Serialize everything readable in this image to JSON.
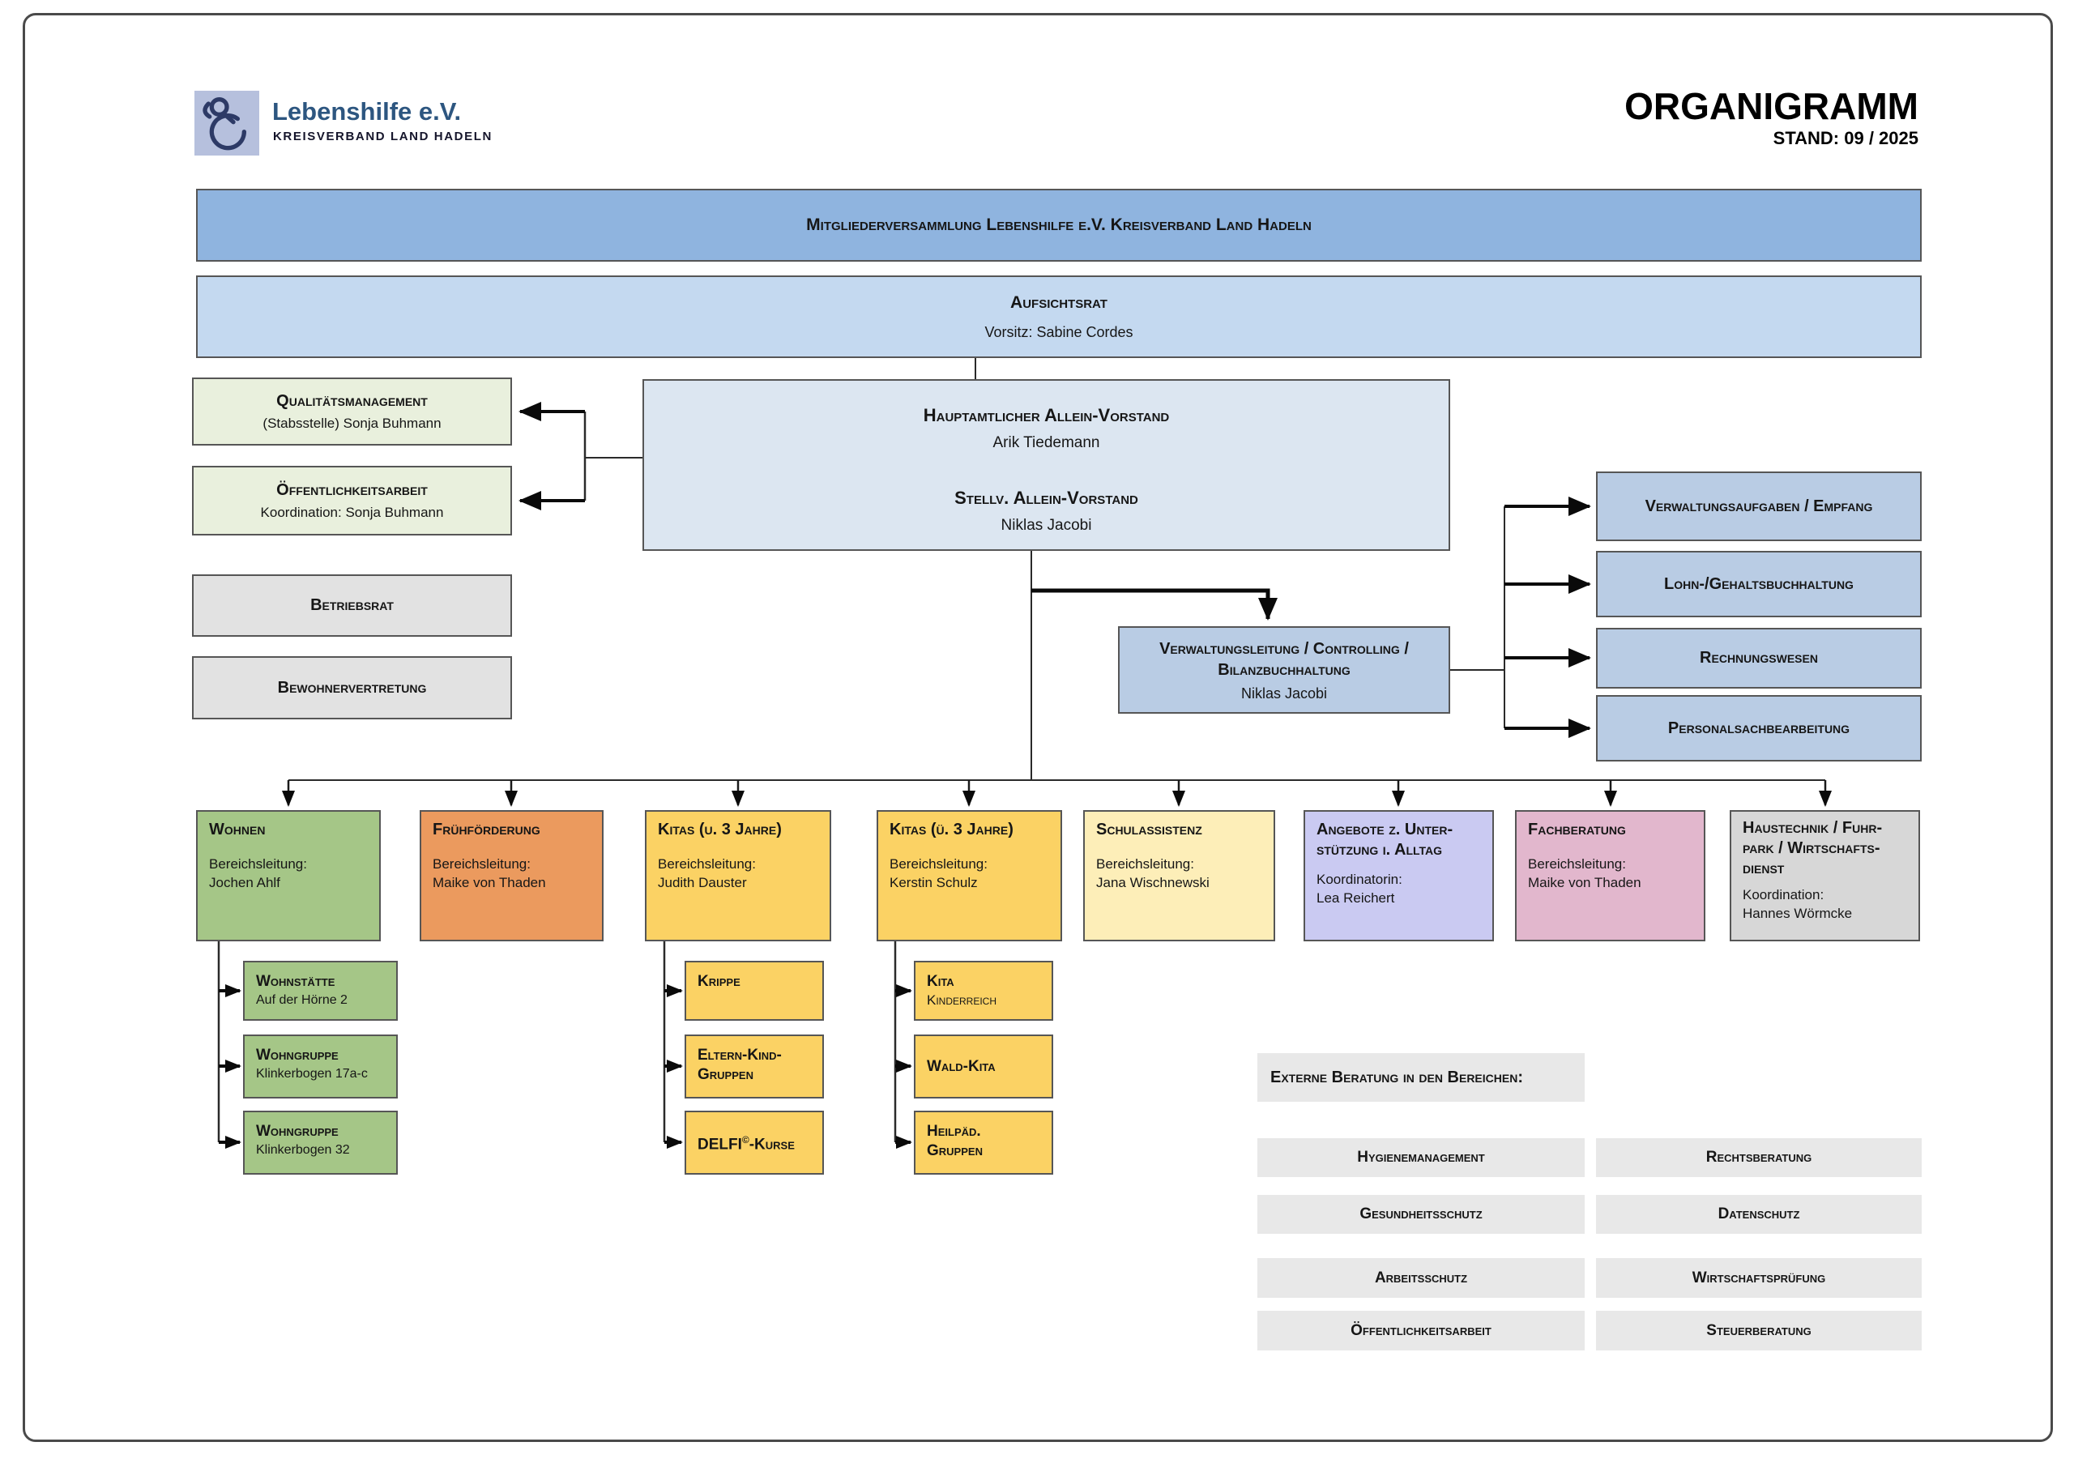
{
  "header": {
    "org_name": "Lebenshilfe e.V.",
    "org_subtitle": "KREISVERBAND LAND HADELN",
    "doc_title": "ORGANIGRAMM",
    "doc_stand": "STAND: 09 / 2025"
  },
  "boards": {
    "assembly_title": "Mitgliederversammlung Lebenshilfe e.V. Kreisverband Land Hadeln",
    "supervisory_title": "Aufsichtsrat",
    "supervisory_subtitle": "Vorsitz: Sabine Cordes"
  },
  "staff_units": [
    {
      "title": "Qualitätsmanagement",
      "subtitle": "(Stabsstelle) Sonja Buhmann"
    },
    {
      "title": "Öffentlichkeitsarbeit",
      "subtitle": "Koordination: Sonja Buhmann"
    }
  ],
  "board": {
    "role1": "Hauptamtlicher Allein-Vorstand",
    "person1": "Arik Tiedemann",
    "role2": "Stellv. Allein-Vorstand",
    "person2": "Niklas Jacobi"
  },
  "representation": [
    {
      "title": "Betriebsrat"
    },
    {
      "title": "Bewohnervertretung"
    }
  ],
  "administration": {
    "lead_title": "Verwaltungsleitung / Controlling / Bilanzbuchhaltung",
    "lead_person": "Niklas Jacobi",
    "units": [
      "Verwaltungsaufgaben / Empfang",
      "Lohn-/Gehaltsbuchhaltung",
      "Rechnungswesen",
      "Personalsachbearbeitung"
    ]
  },
  "departments": [
    {
      "title": "Wohnen",
      "role": "Bereichsleitung:",
      "person": "Jochen Ahlf"
    },
    {
      "title": "Frühförderung",
      "role": "Bereichsleitung:",
      "person": "Maike von Thaden"
    },
    {
      "title": "Kitas (u. 3 Jahre)",
      "role": "Bereichsleitung:",
      "person": "Judith Dauster"
    },
    {
      "title": "Kitas (ü. 3 Jahre)",
      "role": "Bereichsleitung:",
      "person": "Kerstin Schulz"
    },
    {
      "title": "Schulassistenz",
      "role": "Bereichsleitung:",
      "person": "Jana Wischnewski"
    },
    {
      "title": "Angebote z. Unter-stützung i. Alltag",
      "role": "Koordinatorin:",
      "person": "Lea Reichert"
    },
    {
      "title": "Fachberatung",
      "role": "Bereichsleitung:",
      "person": "Maike von Thaden"
    },
    {
      "title": "Haustechnik / Fuhr-park / Wirtschafts-dienst",
      "role": "Koordination:",
      "person": "Hannes Wörmcke"
    }
  ],
  "sub_units": {
    "wohnen": [
      {
        "title": "Wohnstätte",
        "detail": "Auf der Hörne 2"
      },
      {
        "title": "Wohngruppe",
        "detail": "Klinkerbogen 17a-c"
      },
      {
        "title": "Wohngruppe",
        "detail": "Klinkerbogen 32"
      }
    ],
    "kitas_u3": [
      {
        "title": "Krippe"
      },
      {
        "title": "Eltern-Kind-Gruppen"
      },
      {
        "prefix": "DELFI",
        "sup": "©",
        "suffix": "-Kurse"
      }
    ],
    "kitas_ue3": [
      {
        "title": "Kita",
        "detail": "Kinderreich"
      },
      {
        "title": "Wald-Kita"
      },
      {
        "title": "Heilpäd. Gruppen"
      }
    ]
  },
  "external_consulting": {
    "header": "Externe Beratung in den Bereichen:",
    "left": [
      "Hygienemanagement",
      "Gesundheitsschutz",
      "Arbeitsschutz",
      "Öffentlichkeitsarbeit"
    ],
    "right": [
      "Rechtsberatung",
      "Datenschutz",
      "Wirtschaftsprüfung",
      "Steuerberatung"
    ]
  },
  "colors": {
    "banner_blue": "#8fb4df",
    "light_blue": "#c4d9f0",
    "pale_blue": "#dce6f1",
    "admin_blue": "#b9cce4",
    "stab_green": "#e9f0dd",
    "neutral_gray": "#e2e2e2",
    "wohnen_green": "#a5c687",
    "frueh_orange": "#eb9a5e",
    "kitas_gold": "#fbd264",
    "schul_yellow": "#fdeeb8",
    "angebote_lavender": "#cacaf2",
    "fach_pink": "#e2b7cd",
    "haus_gray": "#d7d7d7",
    "externe_gray": "#e8e8e8",
    "logo_bg": "#b6c0dd",
    "logo_text": "#2d5680"
  }
}
